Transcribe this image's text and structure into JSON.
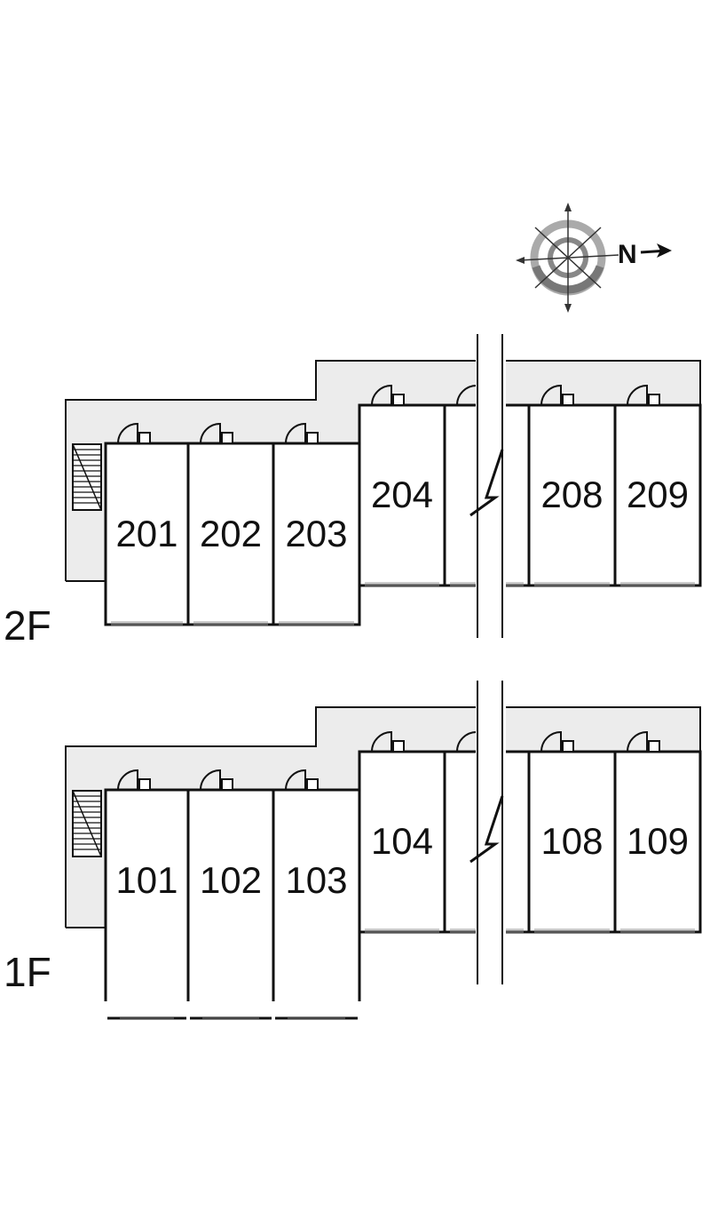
{
  "compass": {
    "north_label": "N",
    "icon": "compass-icon"
  },
  "floors": [
    {
      "label": "2F",
      "rooms": [
        "201",
        "202",
        "203",
        "204",
        "",
        "208",
        "209"
      ]
    },
    {
      "label": "1F",
      "rooms": [
        "101",
        "102",
        "103",
        "104",
        "",
        "108",
        "109"
      ]
    }
  ],
  "colors": {
    "corridor": "#ececec",
    "wall": "#111111",
    "background": "#ffffff"
  }
}
